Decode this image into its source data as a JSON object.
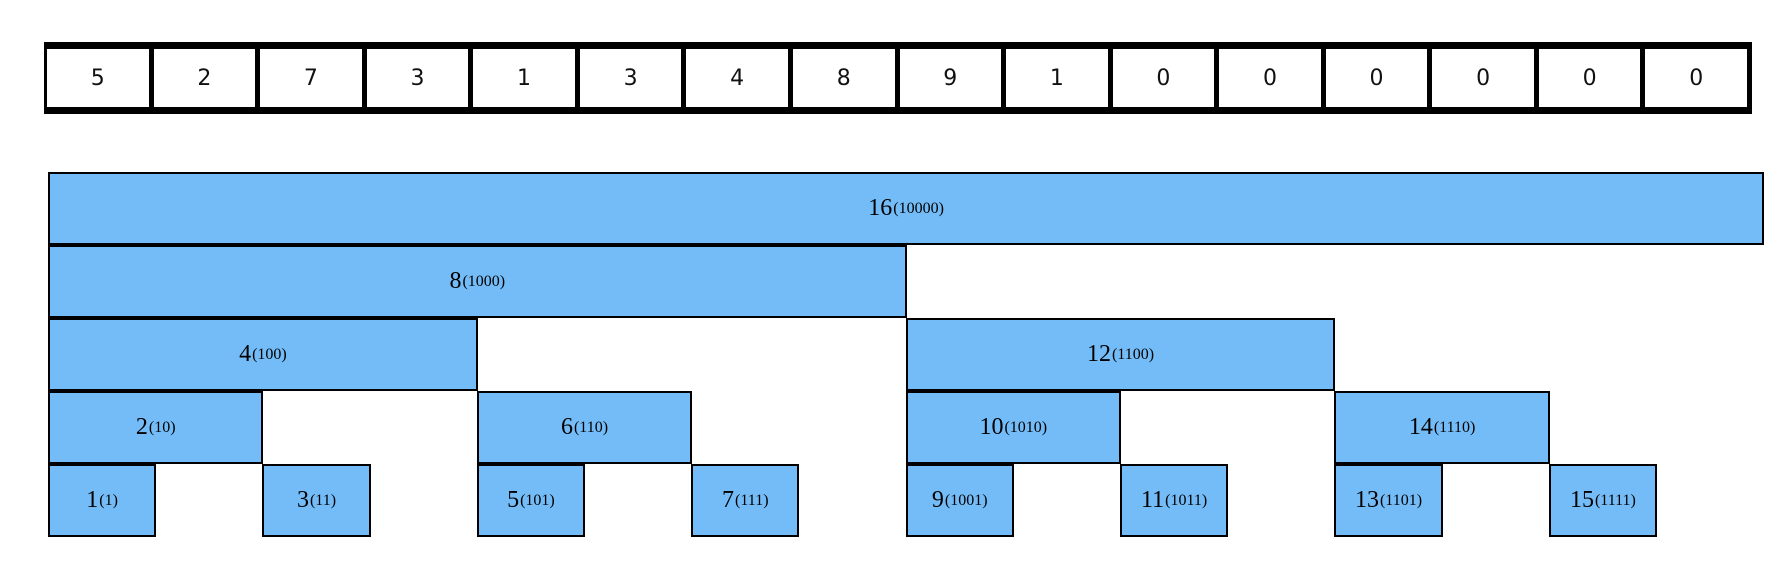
{
  "array": [
    "5",
    "2",
    "7",
    "3",
    "1",
    "3",
    "4",
    "8",
    "9",
    "1",
    "0",
    "0",
    "0",
    "0",
    "0",
    "0"
  ],
  "fill_color": "#74bcf7",
  "nodes": [
    {
      "index": 16,
      "label": "16",
      "binary": "(10000)",
      "level": 4
    },
    {
      "index": 8,
      "label": "8",
      "binary": "(1000)",
      "level": 3
    },
    {
      "index": 4,
      "label": "4",
      "binary": "(100)",
      "level": 2
    },
    {
      "index": 12,
      "label": "12",
      "binary": "(1100)",
      "level": 2
    },
    {
      "index": 2,
      "label": "2",
      "binary": "(10)",
      "level": 1
    },
    {
      "index": 6,
      "label": "6",
      "binary": "(110)",
      "level": 1
    },
    {
      "index": 10,
      "label": "10",
      "binary": "(1010)",
      "level": 1
    },
    {
      "index": 14,
      "label": "14",
      "binary": "(1110)",
      "level": 1
    },
    {
      "index": 1,
      "label": "1",
      "binary": "(1)",
      "level": 0
    },
    {
      "index": 3,
      "label": "3",
      "binary": "(11)",
      "level": 0
    },
    {
      "index": 5,
      "label": "5",
      "binary": "(101)",
      "level": 0
    },
    {
      "index": 7,
      "label": "7",
      "binary": "(111)",
      "level": 0
    },
    {
      "index": 9,
      "label": "9",
      "binary": "(1001)",
      "level": 0
    },
    {
      "index": 11,
      "label": "11",
      "binary": "(1011)",
      "level": 0
    },
    {
      "index": 13,
      "label": "13",
      "binary": "(1101)",
      "level": 0
    },
    {
      "index": 15,
      "label": "15",
      "binary": "(1111)",
      "level": 0
    }
  ]
}
